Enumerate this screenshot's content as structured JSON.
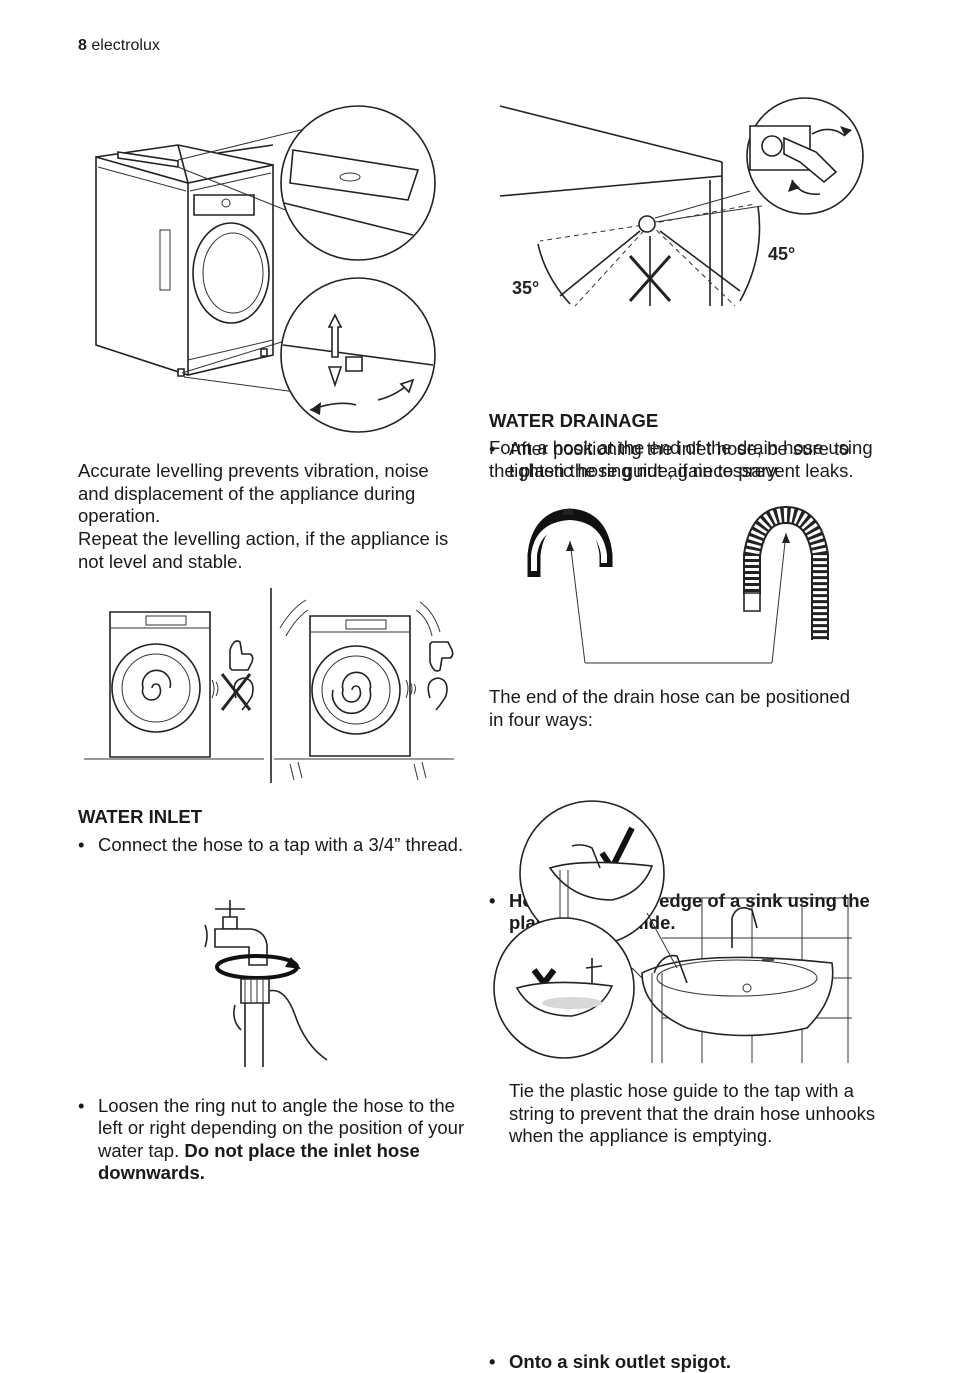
{
  "header": {
    "page_number": "8",
    "brand": "electrolux"
  },
  "levelling": {
    "para1": "Accurate levelling prevents vibration, noise and displacement of the appliance during operation.",
    "para2": "Repeat the levelling action, if the appliance is not level and stable."
  },
  "inlet_angle": {
    "right_angle": "45°",
    "left_angle": "35°"
  },
  "inlet_hose_bullet": "After positioning the inlet hose, be sure to tighten the ring nut again to prevent leaks.",
  "water_drainage": {
    "title": "WATER DRAINAGE",
    "intro": "Form a hook at the end of the drain hose using the plastic hose guide, if necessary.",
    "positions_intro": "The end of the drain hose can be positioned in four ways:",
    "bullet_sink": "Hooked over the edge of a sink using the plastic hose guide.",
    "tie_text": "Tie the plastic hose guide to the tap with a string to prevent that the drain hose unhooks when the appliance is emptying.",
    "bullet_spigot": "Onto a sink outlet spigot."
  },
  "water_inlet": {
    "title": "WATER INLET",
    "bullet_connect": "Connect the hose to a tap with a 3/4” thread.",
    "bullet_loosen_plain": "Loosen the ring nut to angle the hose to the left or right depending on the position of your water tap. ",
    "bullet_loosen_bold": "Do not place the inlet hose downwards."
  },
  "icons": [
    "washing-machine-illustration",
    "spirit-level-icon",
    "adjustable-foot-icon",
    "thumbs-up-icon",
    "thumbs-down-icon",
    "ear-icon",
    "tap-icon",
    "rotate-arrow-icon",
    "hose-guide-icon",
    "sink-illustration",
    "check-mark-icon",
    "cross-mark-icon"
  ]
}
